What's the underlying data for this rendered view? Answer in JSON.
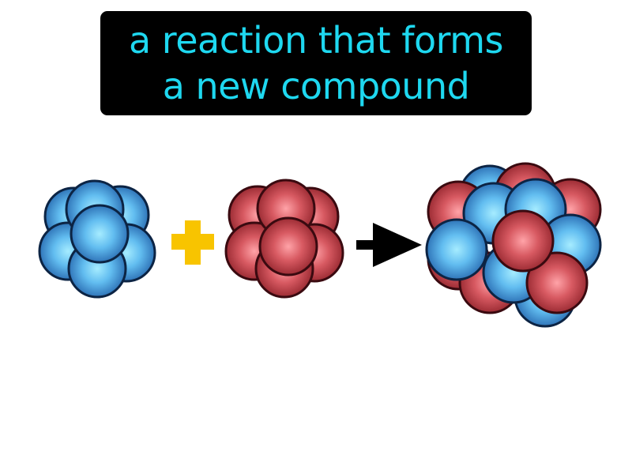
{
  "definition": {
    "line1": "a reaction that forms",
    "line2": "a new compound"
  },
  "colors": {
    "caption_background": "#000000",
    "caption_text": "#1ed8f0",
    "plus_sign": "#f8c400",
    "arrow": "#000000",
    "blue_atom": "#4aa8e6",
    "red_atom": "#d6505a",
    "atom_outline": "#0a1e3a"
  },
  "reaction": {
    "reactant_1": "blue-atom-cluster",
    "operator": "plus-icon",
    "reactant_2": "red-atom-cluster",
    "yields": "arrow-right-icon",
    "product": "mixed-atom-cluster"
  }
}
